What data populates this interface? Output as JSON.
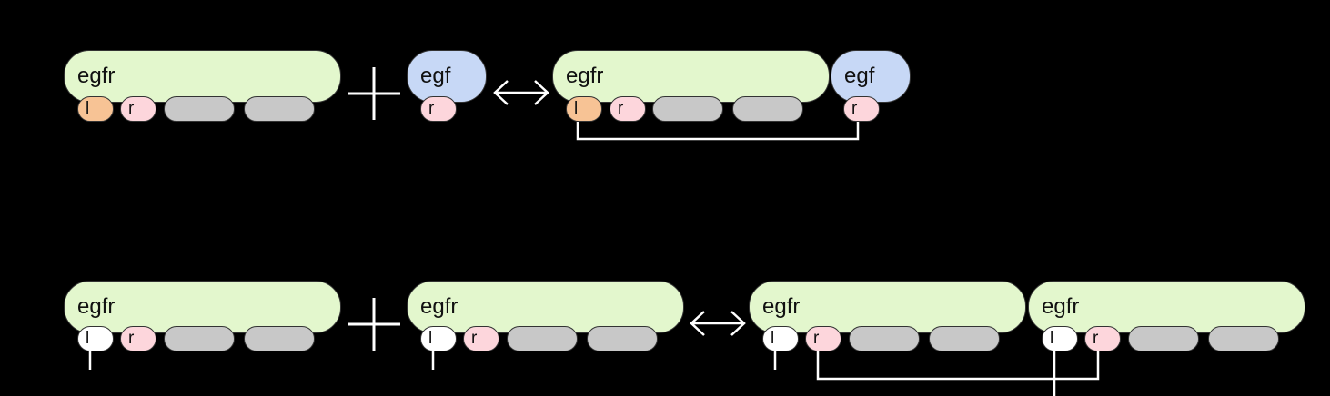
{
  "operators": {
    "plus": "+",
    "reversible": "⇔"
  },
  "reaction1": {
    "reactants": [
      {
        "name": "egfr",
        "sites": [
          {
            "label": "l",
            "state": "orange"
          },
          {
            "label": "r",
            "state": "pink"
          },
          {
            "label": "",
            "state": "gray"
          },
          {
            "label": "",
            "state": "gray"
          }
        ]
      },
      {
        "name": "egf",
        "sites": [
          {
            "label": "r",
            "state": "pink"
          }
        ]
      }
    ],
    "products": [
      {
        "name": "egfr",
        "sites": [
          {
            "label": "l",
            "state": "orange"
          },
          {
            "label": "r",
            "state": "pink"
          },
          {
            "label": "",
            "state": "gray"
          },
          {
            "label": "",
            "state": "gray"
          }
        ]
      },
      {
        "name": "egf",
        "sites": [
          {
            "label": "r",
            "state": "pink"
          }
        ]
      }
    ]
  },
  "reaction2": {
    "reactants": [
      {
        "name": "egfr",
        "sites": [
          {
            "label": "l",
            "state": "white"
          },
          {
            "label": "r",
            "state": "pink"
          },
          {
            "label": "",
            "state": "gray"
          },
          {
            "label": "",
            "state": "gray"
          }
        ]
      },
      {
        "name": "egfr",
        "sites": [
          {
            "label": "l",
            "state": "white"
          },
          {
            "label": "r",
            "state": "pink"
          },
          {
            "label": "",
            "state": "gray"
          },
          {
            "label": "",
            "state": "gray"
          }
        ]
      }
    ],
    "products": [
      {
        "name": "egfr",
        "sites": [
          {
            "label": "l",
            "state": "white"
          },
          {
            "label": "r",
            "state": "pink"
          },
          {
            "label": "",
            "state": "gray"
          },
          {
            "label": "",
            "state": "gray"
          }
        ]
      },
      {
        "name": "egfr",
        "sites": [
          {
            "label": "l",
            "state": "white"
          },
          {
            "label": "r",
            "state": "pink"
          },
          {
            "label": "",
            "state": "gray"
          },
          {
            "label": "",
            "state": "gray"
          }
        ]
      }
    ]
  },
  "colors": {
    "background": "#000000",
    "egfr": "#e3f7cd",
    "egf": "#c7d8f6",
    "site_orange": "#f7c395",
    "site_pink": "#fdd6dc",
    "site_white": "#ffffff",
    "site_gray": "#c8c8c8",
    "bond_line": "#ffffff"
  }
}
